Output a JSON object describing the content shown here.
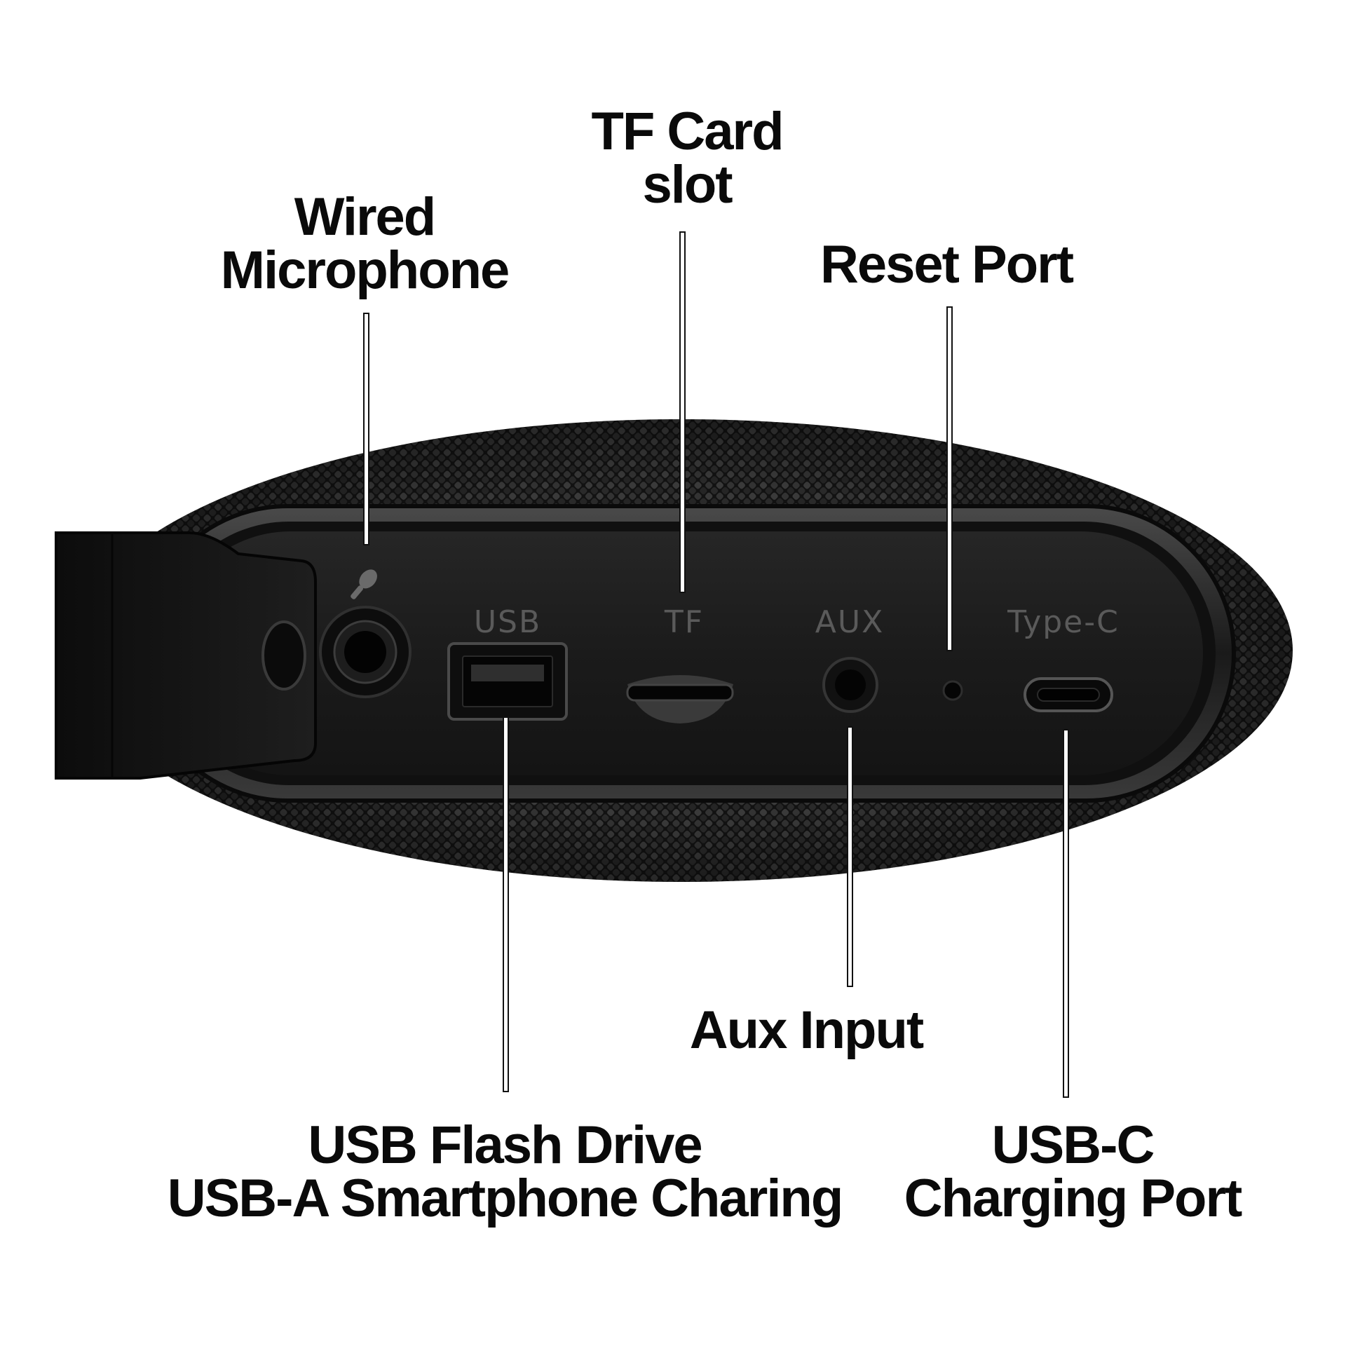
{
  "callouts": {
    "wired_microphone": [
      "Wired",
      "Microphone"
    ],
    "tf_card_slot": [
      "TF Card",
      "slot"
    ],
    "reset_port": [
      "Reset Port"
    ],
    "aux_input": [
      "Aux Input"
    ],
    "usb_flash_drive": [
      "USB Flash Drive",
      "USB-A Smartphone Charing"
    ],
    "usb_c_charging": [
      "USB-C",
      "Charging Port"
    ]
  },
  "port_labels": {
    "usb": "USB",
    "tf": "TF",
    "aux": "AUX",
    "type_c": "Type-C"
  },
  "icons": {
    "microphone": "microphone-icon"
  },
  "colors": {
    "background": "#ffffff",
    "callout_text": "#0a0a0a",
    "fabric": "#1a1a1a",
    "panel": "#1c1c1c",
    "port_label": "#5a5a5a"
  }
}
